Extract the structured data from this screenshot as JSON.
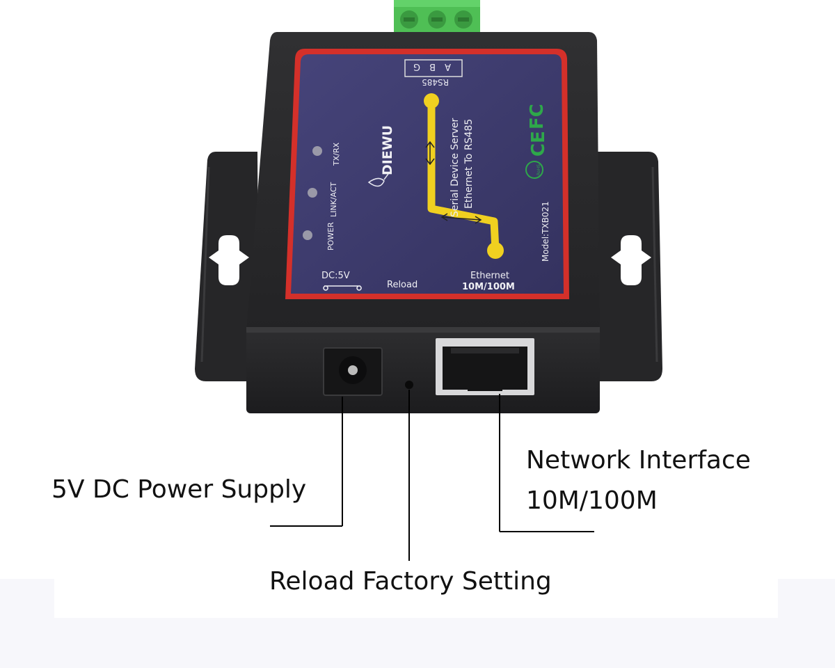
{
  "device": {
    "brand": "DIEWU",
    "title_line1": "Serial Device Server",
    "title_line2": "Ethernet To RS485",
    "model": "Model:TXB021",
    "rs485_label": "RS485",
    "terminal_labels": [
      "A",
      "B",
      "G"
    ],
    "led_labels": [
      "TX/RX",
      "LINK/ACT",
      "POWER"
    ],
    "dc_label": "DC:5V",
    "reload_label": "Reload",
    "ethernet_label": "Ethernet",
    "ethernet_speed": "10M/100M",
    "cert_marks": [
      "FC",
      "CE",
      "RoHS"
    ]
  },
  "callouts": {
    "power": "5V DC Power Supply",
    "network_line1": "Network Interface",
    "network_line2": "10M/100M",
    "reload": "Reload Factory Setting"
  },
  "colors": {
    "panel": "#3d3b6e",
    "panel_border": "#d4302a",
    "trace": "#f0d020",
    "housing": "#2a2a2c",
    "terminal": "#4fbf55"
  }
}
